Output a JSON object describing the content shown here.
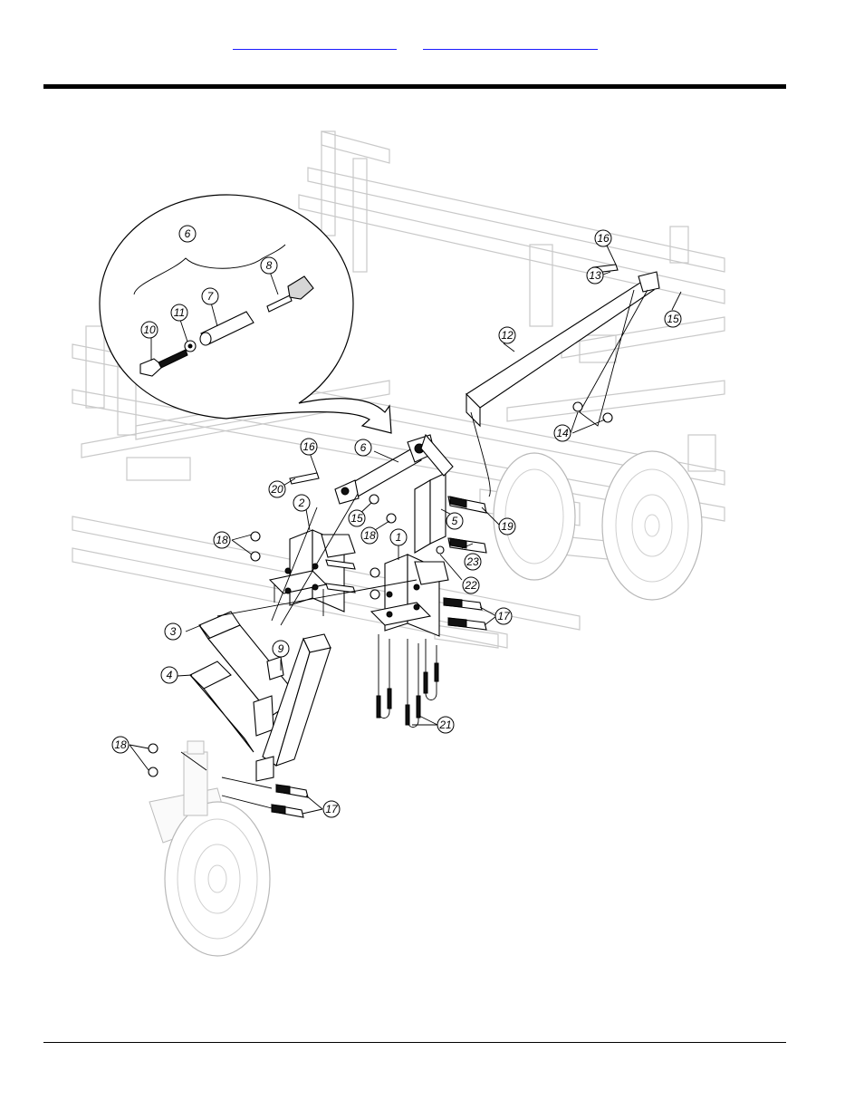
{
  "header": {
    "link_a": "",
    "link_b": ""
  },
  "diagram": {
    "callouts": [
      "1",
      "2",
      "3",
      "4",
      "5",
      "6",
      "7",
      "8",
      "9",
      "10",
      "11",
      "12",
      "13",
      "14",
      "15",
      "16",
      "17",
      "18",
      "19",
      "20",
      "21",
      "22",
      "23"
    ]
  }
}
